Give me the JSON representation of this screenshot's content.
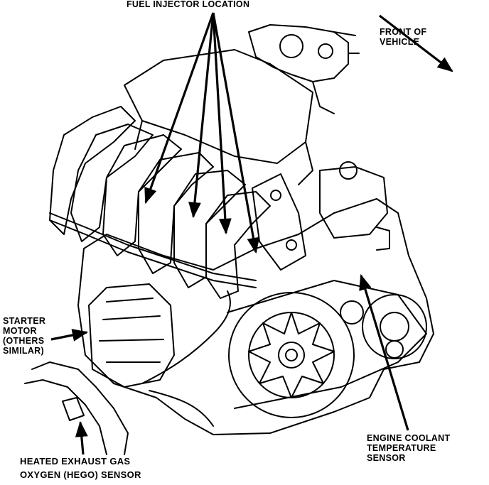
{
  "labels": {
    "fuel_injector": "FUEL INJECTOR LOCATION",
    "front": [
      "FRONT OF",
      "VEHICLE"
    ],
    "starter": [
      "STARTER",
      "MOTOR",
      "(OTHERS",
      "SIMILAR)"
    ],
    "hego": [
      "HEATED EXHAUST  GAS",
      "OXYGEN (HEGO) SENSOR"
    ],
    "ect": [
      "ENGINE COOLANT",
      "TEMPERATURE",
      "SENSOR"
    ]
  },
  "colors": {
    "ink": "#000000",
    "paper": "#ffffff"
  }
}
